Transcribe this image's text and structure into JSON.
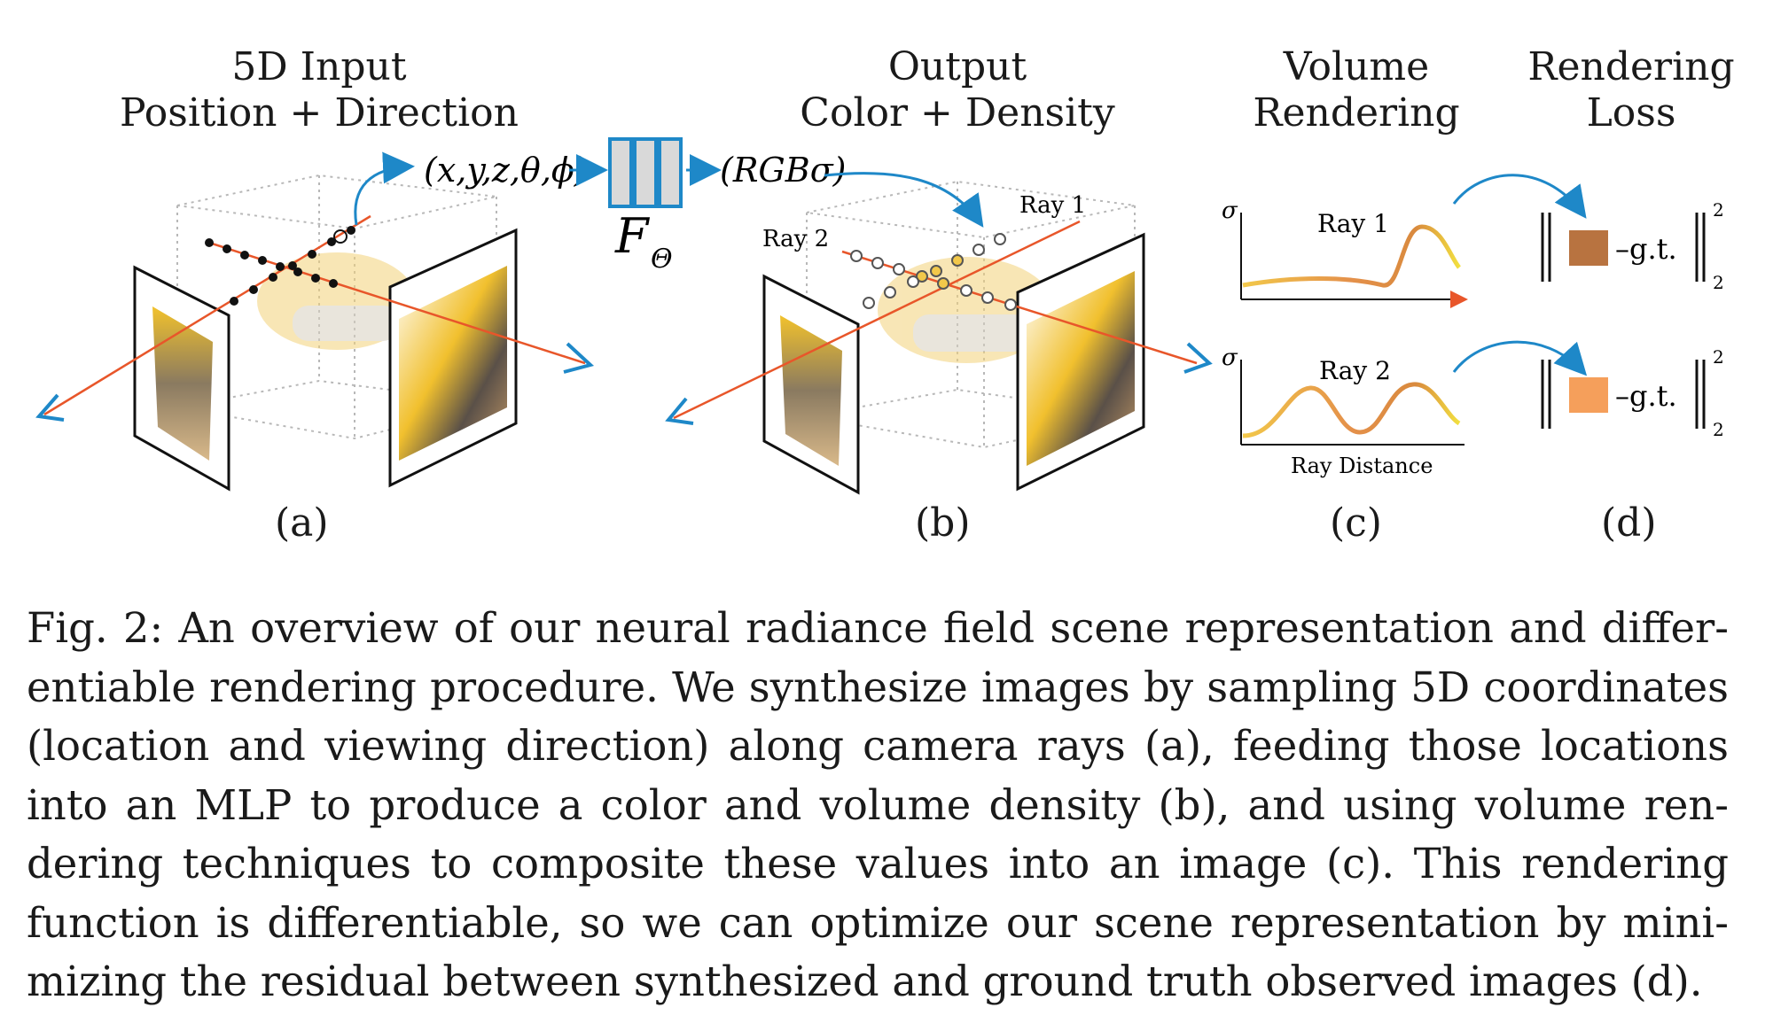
{
  "headers": {
    "a_line1": "5D Input",
    "a_line2": "Position + Direction",
    "b_line1": "Output",
    "b_line2": "Color + Density",
    "c_line1": "Volume",
    "c_line2": "Rendering",
    "d_line1": "Rendering",
    "d_line2": "Loss"
  },
  "input_tuple": "(x,y,z,θ,ϕ)",
  "network_label": "F",
  "network_sub": "Θ",
  "output_tuple": "(RGBσ)",
  "ray_labels": {
    "ray1": "Ray 1",
    "ray2": "Ray 2"
  },
  "plots": {
    "sigma": "σ",
    "ray1_title": "Ray 1",
    "ray2_title": "Ray 2",
    "x_axis": "Ray Distance"
  },
  "loss": {
    "gt": "g.t.",
    "sup": "2",
    "sub": "2",
    "color1": "#B87340",
    "color2": "#F59F5B"
  },
  "panel_labels": [
    "(a)",
    "(b)",
    "(c)",
    "(d)"
  ],
  "colors": {
    "ray": "#E8562A",
    "arrow": "#1E88C8",
    "network": "#1E88C8"
  },
  "caption": [
    "Fig. 2: An overview of our neural radiance field scene representation and differ-",
    "entiable rendering procedure. We synthesize images by sampling 5D coordinates",
    "(location and viewing direction) along camera rays (a), feeding those locations",
    "into an MLP to produce a color and volume density (b), and using volume ren-",
    "dering techniques to composite these values into an image (c). This rendering",
    "function is differentiable, so we can optimize our scene representation by mini-",
    "mizing the residual between synthesized and ground truth observed images (d)."
  ]
}
